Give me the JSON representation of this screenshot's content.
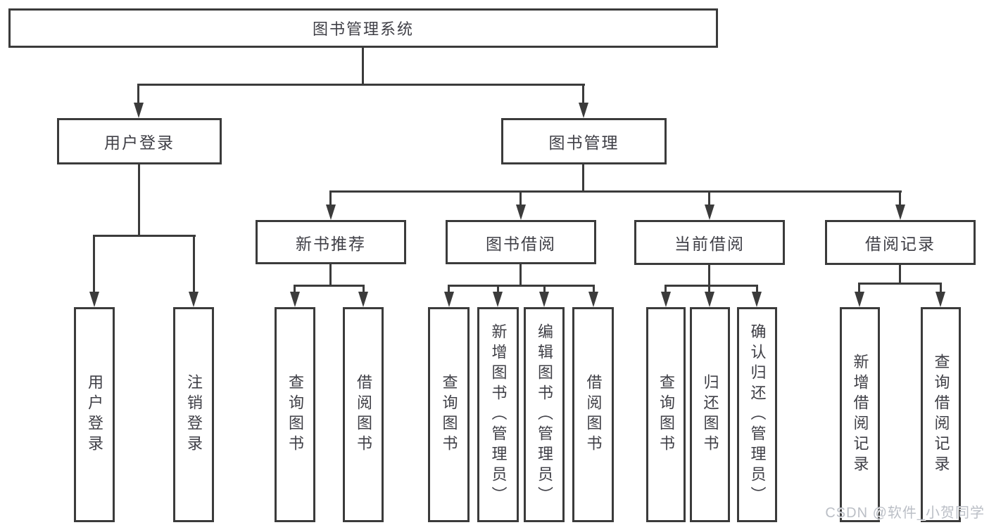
{
  "diagram": {
    "watermark": "CSDN @软件_小贺同学",
    "colors": {
      "line": "#3b3b3b",
      "text": "#3f3f46",
      "background": "#ffffff",
      "box_fill": "#ffffff",
      "watermark": "#b8bcc4"
    },
    "tree": {
      "label": "图书管理系统",
      "children": [
        {
          "label": "用户登录",
          "children": [
            {
              "label": "用户登录"
            },
            {
              "label": "注销登录"
            }
          ]
        },
        {
          "label": "图书管理",
          "children": [
            {
              "label": "新书推荐",
              "children": [
                {
                  "label": "查询图书"
                },
                {
                  "label": "借阅图书"
                }
              ]
            },
            {
              "label": "图书借阅",
              "children": [
                {
                  "label": "查询图书"
                },
                {
                  "label": "新增图书（管理员）"
                },
                {
                  "label": "编辑图书（管理员）"
                },
                {
                  "label": "借阅图书"
                }
              ]
            },
            {
              "label": "当前借阅",
              "children": [
                {
                  "label": "查询图书"
                },
                {
                  "label": "归还图书"
                },
                {
                  "label": "确认归还（管理员）"
                }
              ]
            },
            {
              "label": "借阅记录",
              "children": [
                {
                  "label": "新增借阅记录"
                },
                {
                  "label": "查询借阅记录"
                }
              ]
            }
          ]
        }
      ]
    }
  }
}
